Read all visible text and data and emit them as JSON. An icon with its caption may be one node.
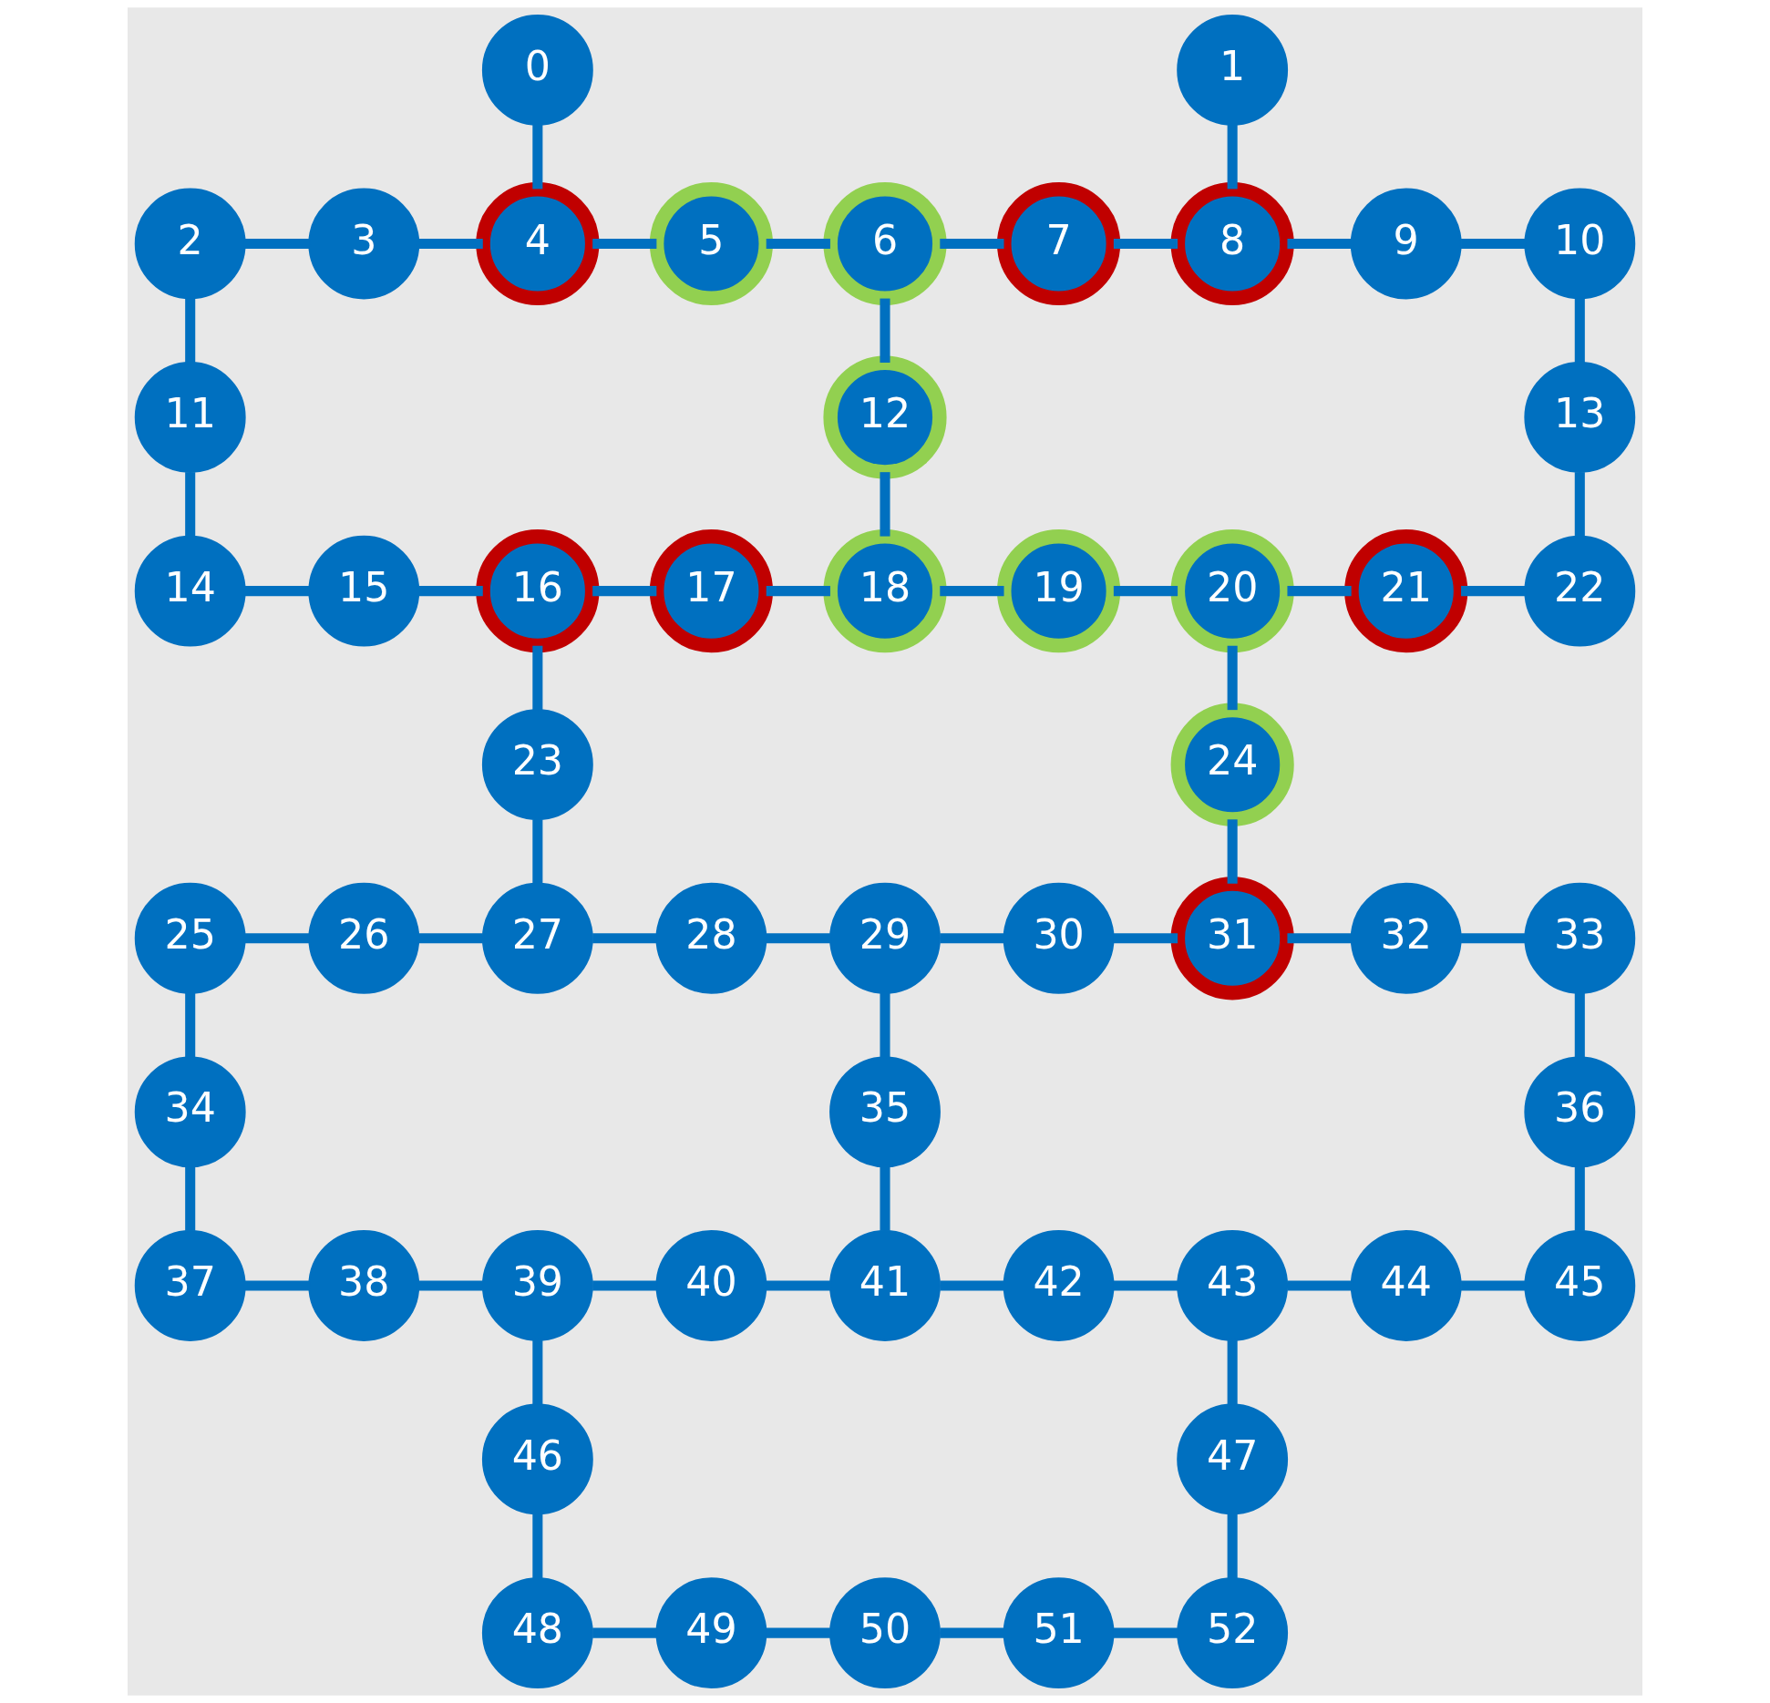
{
  "diagram": {
    "nodes": [
      {
        "text": [
          "0"
        ]
      },
      {
        "text": [
          "1"
        ]
      },
      {
        "text": [
          "2"
        ]
      },
      {
        "text": [
          "3"
        ]
      },
      {
        "text": [
          "4"
        ]
      },
      {
        "text": [
          "5"
        ]
      },
      {
        "text": [
          "6"
        ]
      },
      {
        "text": [
          "7"
        ]
      },
      {
        "text": [
          "8"
        ]
      },
      {
        "text": [
          "9"
        ]
      },
      {
        "text": [
          "10"
        ]
      },
      {
        "text": [
          "11"
        ]
      },
      {
        "text": [
          "12"
        ]
      },
      {
        "text": [
          "13"
        ]
      },
      {
        "text": [
          "14"
        ]
      },
      {
        "text": [
          "15"
        ]
      },
      {
        "text": [
          "16"
        ]
      },
      {
        "text": [
          "17"
        ]
      },
      {
        "text": [
          "18"
        ]
      },
      {
        "text": [
          "19"
        ]
      },
      {
        "text": [
          "20"
        ]
      },
      {
        "text": [
          "21"
        ]
      },
      {
        "text": [
          "22"
        ]
      },
      {
        "text": [
          "23"
        ]
      },
      {
        "text": [
          "24"
        ]
      },
      {
        "text": [
          "25"
        ]
      },
      {
        "text": [
          "26"
        ]
      },
      {
        "text": [
          "27"
        ]
      },
      {
        "text": [
          "28"
        ]
      },
      {
        "text": [
          "29"
        ]
      },
      {
        "text": [
          "30"
        ]
      },
      {
        "text": [
          "31"
        ]
      },
      {
        "text": [
          "32"
        ]
      },
      {
        "text": [
          "33"
        ]
      },
      {
        "text": [
          "34"
        ]
      },
      {
        "text": [
          "35"
        ]
      },
      {
        "text": [
          "36"
        ]
      },
      {
        "text": [
          "37"
        ]
      },
      {
        "text": [
          "38"
        ]
      },
      {
        "text": [
          "39"
        ]
      },
      {
        "text": [
          "40"
        ]
      },
      {
        "text": [
          "41"
        ]
      },
      {
        "text": [
          "42"
        ]
      },
      {
        "text": [
          "43"
        ]
      },
      {
        "text": [
          "44"
        ]
      },
      {
        "text": [
          "45"
        ]
      },
      {
        "text": [
          "46"
        ]
      },
      {
        "text": [
          "47"
        ]
      },
      {
        "text": [
          "48"
        ]
      },
      {
        "text": [
          "49"
        ]
      },
      {
        "text": [
          "50"
        ]
      },
      {
        "text": [
          "51"
        ]
      },
      {
        "text": [
          "52"
        ]
      }
    ],
    "edges": [
      {
        "from": 0,
        "to": 4,
        "arrow": "none"
      },
      {
        "from": 1,
        "to": 8,
        "arrow": "none"
      },
      {
        "from": 2,
        "to": 3,
        "arrow": "none"
      },
      {
        "from": 3,
        "to": 4,
        "arrow": "none"
      },
      {
        "from": 4,
        "to": 5,
        "arrow": "none"
      },
      {
        "from": 5,
        "to": 6,
        "arrow": "none"
      },
      {
        "from": 6,
        "to": 7,
        "arrow": "none"
      },
      {
        "from": 7,
        "to": 8,
        "arrow": "none"
      },
      {
        "from": 8,
        "to": 9,
        "arrow": "none"
      },
      {
        "from": 9,
        "to": 10,
        "arrow": "none"
      },
      {
        "from": 2,
        "to": 11,
        "arrow": "none"
      },
      {
        "from": 11,
        "to": 14,
        "arrow": "none"
      },
      {
        "from": 6,
        "to": 12,
        "arrow": "none"
      },
      {
        "from": 12,
        "to": 18,
        "arrow": "none"
      },
      {
        "from": 10,
        "to": 13,
        "arrow": "none"
      },
      {
        "from": 13,
        "to": 22,
        "arrow": "none"
      },
      {
        "from": 14,
        "to": 15,
        "arrow": "none"
      },
      {
        "from": 15,
        "to": 16,
        "arrow": "none"
      },
      {
        "from": 16,
        "to": 17,
        "arrow": "none"
      },
      {
        "from": 17,
        "to": 18,
        "arrow": "none"
      },
      {
        "from": 18,
        "to": 19,
        "arrow": "none"
      },
      {
        "from": 19,
        "to": 20,
        "arrow": "none"
      },
      {
        "from": 20,
        "to": 21,
        "arrow": "none"
      },
      {
        "from": 21,
        "to": 22,
        "arrow": "none"
      },
      {
        "from": 16,
        "to": 23,
        "arrow": "none"
      },
      {
        "from": 23,
        "to": 27,
        "arrow": "none"
      },
      {
        "from": 20,
        "to": 24,
        "arrow": "none"
      },
      {
        "from": 24,
        "to": 31,
        "arrow": "none"
      },
      {
        "from": 25,
        "to": 26,
        "arrow": "none"
      },
      {
        "from": 26,
        "to": 27,
        "arrow": "none"
      },
      {
        "from": 27,
        "to": 28,
        "arrow": "none"
      },
      {
        "from": 28,
        "to": 29,
        "arrow": "none"
      },
      {
        "from": 29,
        "to": 30,
        "arrow": "none"
      },
      {
        "from": 30,
        "to": 31,
        "arrow": "none"
      },
      {
        "from": 31,
        "to": 32,
        "arrow": "none"
      },
      {
        "from": 32,
        "to": 33,
        "arrow": "none"
      },
      {
        "from": 25,
        "to": 34,
        "arrow": "none"
      },
      {
        "from": 34,
        "to": 37,
        "arrow": "none"
      },
      {
        "from": 29,
        "to": 35,
        "arrow": "none"
      },
      {
        "from": 35,
        "to": 41,
        "arrow": "none"
      },
      {
        "from": 33,
        "to": 36,
        "arrow": "none"
      },
      {
        "from": 36,
        "to": 45,
        "arrow": "none"
      },
      {
        "from": 37,
        "to": 38,
        "arrow": "none"
      },
      {
        "from": 38,
        "to": 39,
        "arrow": "none"
      },
      {
        "from": 39,
        "to": 40,
        "arrow": "none"
      },
      {
        "from": 40,
        "to": 41,
        "arrow": "none"
      },
      {
        "from": 41,
        "to": 42,
        "arrow": "none"
      },
      {
        "from": 42,
        "to": 43,
        "arrow": "none"
      },
      {
        "from": 43,
        "to": 44,
        "arrow": "none"
      },
      {
        "from": 44,
        "to": 45,
        "arrow": "none"
      },
      {
        "from": 39,
        "to": 46,
        "arrow": "none"
      },
      {
        "from": 46,
        "to": 48,
        "arrow": "none"
      },
      {
        "from": 43,
        "to": 47,
        "arrow": "none"
      },
      {
        "from": 47,
        "to": 52,
        "arrow": "none"
      },
      {
        "from": 48,
        "to": 49,
        "arrow": "none"
      },
      {
        "from": 49,
        "to": 50,
        "arrow": "none"
      },
      {
        "from": 50,
        "to": 51,
        "arrow": "none"
      },
      {
        "from": 51,
        "to": 52,
        "arrow": "none"
      }
    ]
  }
}
